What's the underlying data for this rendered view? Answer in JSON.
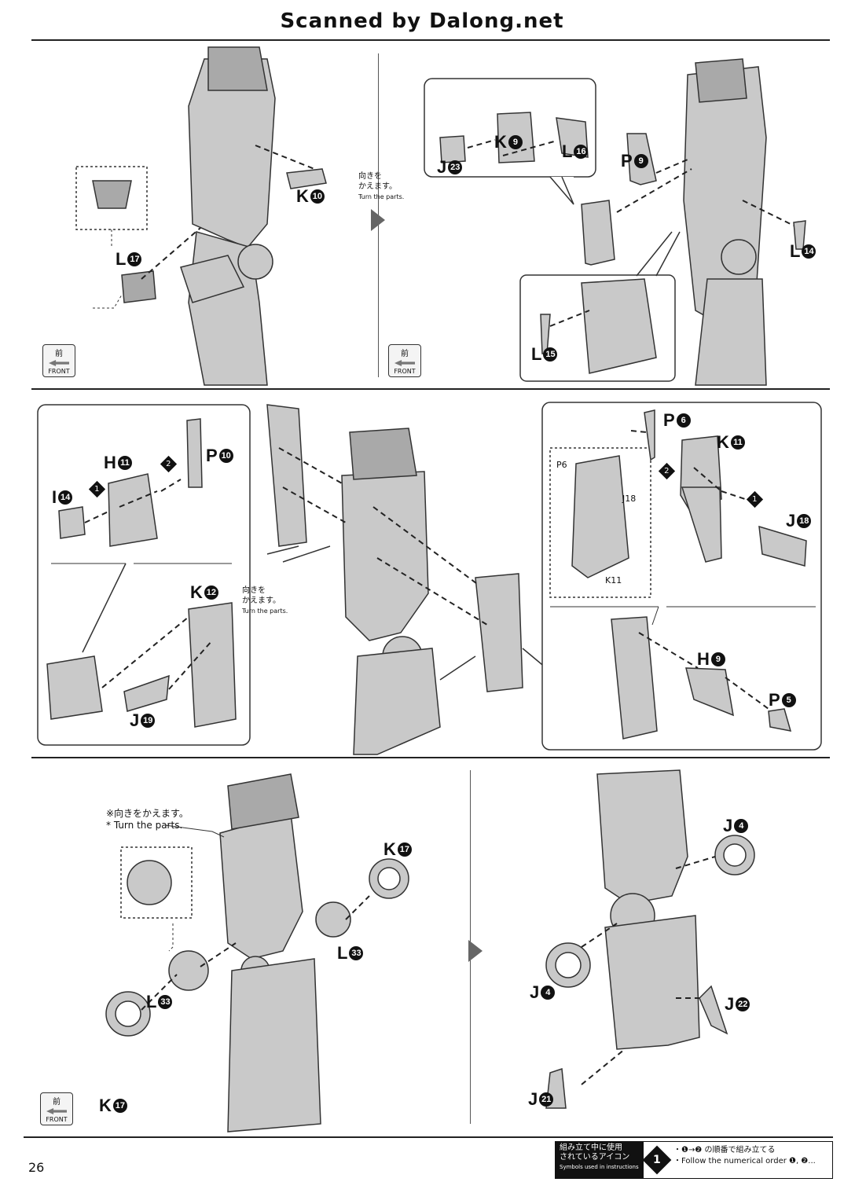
{
  "banner": "Scanned by Dalong.net",
  "page_number": "26",
  "turn_note": {
    "jp": "向きを\nかえます。",
    "en": "Turn the parts."
  },
  "turn_note_star": {
    "jp": "※向きをかえます。",
    "en": "* Turn the parts."
  },
  "front_badge": {
    "jp": "前",
    "en": "FRONT"
  },
  "panels": {
    "p1": {
      "labels": [
        {
          "letter": "K",
          "num": "10"
        },
        {
          "letter": "L",
          "num": "17"
        }
      ]
    },
    "p2": {
      "labels": [
        {
          "letter": "J",
          "num": "23"
        },
        {
          "letter": "K",
          "num": "9"
        },
        {
          "letter": "L",
          "num": "16"
        },
        {
          "letter": "P",
          "num": "9"
        },
        {
          "letter": "L",
          "num": "14"
        },
        {
          "letter": "L",
          "num": "15"
        }
      ]
    },
    "p3": {
      "labels": [
        {
          "letter": "H",
          "num": "11"
        },
        {
          "letter": "I",
          "num": "14"
        },
        {
          "letter": "P",
          "num": "10"
        },
        {
          "letter": "K",
          "num": "12"
        },
        {
          "letter": "J",
          "num": "19"
        }
      ],
      "steps": [
        "1",
        "2"
      ]
    },
    "p4": {
      "labels": [
        {
          "letter": "P",
          "num": "6"
        },
        {
          "letter": "K",
          "num": "11"
        },
        {
          "letter": "J",
          "num": "18"
        },
        {
          "letter": "H",
          "num": "9"
        },
        {
          "letter": "P",
          "num": "5"
        }
      ],
      "small_labels": [
        "P6",
        "J18",
        "K11"
      ],
      "steps": [
        "2",
        "1"
      ]
    },
    "p5": {
      "labels": [
        {
          "letter": "K",
          "num": "17"
        },
        {
          "letter": "L",
          "num": "33"
        },
        {
          "letter": "L",
          "num": "33"
        },
        {
          "letter": "K",
          "num": "17"
        }
      ]
    },
    "p6": {
      "labels": [
        {
          "letter": "J",
          "num": "4"
        },
        {
          "letter": "J",
          "num": "4"
        },
        {
          "letter": "J",
          "num": "22"
        },
        {
          "letter": "J",
          "num": "21"
        }
      ]
    }
  },
  "legend": {
    "header_jp": "組み立て中に使用\nされているアイコン",
    "header_en": "Symbols used in instructions",
    "step_symbol": "1",
    "text_jp": "・❶→❷ の順番で組み立てる",
    "text_en": "・Follow the numerical order ❶, ❷..."
  }
}
